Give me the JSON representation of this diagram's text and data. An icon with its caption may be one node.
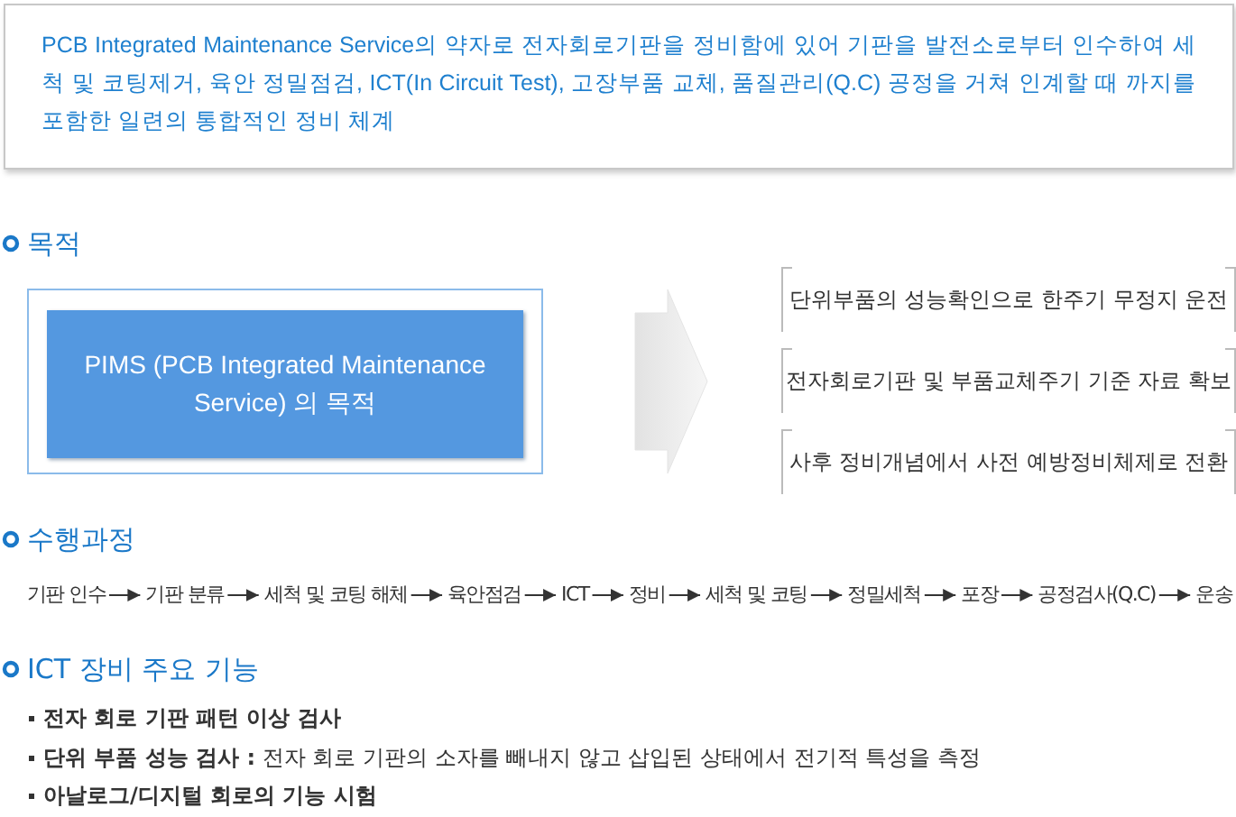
{
  "diagram": {
    "nodes": [
      {
        "text": [
          "PCB Integrated Maintenance Service의 약자로 전자회로기판을 정비함에 있어 기판을 발전소로부터 인수하여 세척 및 코팅제거, 육안 정밀점검, ICT(In Circuit Test), 고장부품 교체, 품질관리(Q.C) 공정을 거쳐 인계할 때 까지를 포함한 일련의 통합적인 정비 체계"
        ]
      },
      {
        "text": [],
        "shape": "box"
      },
      {
        "text": [
          "PIMS (PCB Integrated Maintenance Service) 의 목적"
        ],
        "in": 1
      },
      {
        "text": [
          "단위부품의 성능확인으로 한주기 무정지 운전"
        ]
      },
      {
        "text": [
          "전자회로기판 및 부품교체주기 기준 자료 확보"
        ]
      },
      {
        "text": [
          "사후 정비개념에서 사전 예방정비체제로 전환"
        ]
      },
      {
        "text": [
          "기판 인수"
        ]
      },
      {
        "text": [
          "기판 분류"
        ]
      },
      {
        "text": [
          "세척 및 코팅 해체"
        ]
      },
      {
        "text": [
          "육안점검"
        ]
      },
      {
        "text": [
          "ICT"
        ]
      },
      {
        "text": [
          "정비"
        ]
      },
      {
        "text": [
          "세척 및 코팅"
        ]
      },
      {
        "text": [
          "정밀세척"
        ]
      },
      {
        "text": [
          "포장"
        ]
      },
      {
        "text": [
          "공정검사(Q.C)"
        ]
      },
      {
        "text": [
          "운송"
        ]
      }
    ],
    "edges": [
      {
        "from": 1,
        "to": 3,
        "arrow": "to"
      },
      {
        "from": 1,
        "to": 4,
        "arrow": "to"
      },
      {
        "from": 1,
        "to": 5,
        "arrow": "to"
      },
      {
        "from": 6,
        "to": 7,
        "arrow": "to"
      },
      {
        "from": 7,
        "to": 8,
        "arrow": "to"
      },
      {
        "from": 8,
        "to": 9,
        "arrow": "to"
      },
      {
        "from": 9,
        "to": 10,
        "arrow": "to"
      },
      {
        "from": 10,
        "to": 11,
        "arrow": "to"
      },
      {
        "from": 11,
        "to": 12,
        "arrow": "to"
      },
      {
        "from": 12,
        "to": 13,
        "arrow": "to"
      },
      {
        "from": 13,
        "to": 14,
        "arrow": "to"
      },
      {
        "from": 14,
        "to": 15,
        "arrow": "to"
      },
      {
        "from": 15,
        "to": 16,
        "arrow": "to"
      }
    ],
    "labels": [
      "목적",
      "수행과정",
      "ICT 장비 주요 기능",
      "전자 회로 기판 패턴 이상 검사",
      "**단위 부품 성능 검사 :** 전자 회로 기판의 소자를 빼내지 않고 삽입된  상태에서 전기적 특성을 측정",
      "아날로그/디지털 회로의 기능 시험"
    ]
  }
}
